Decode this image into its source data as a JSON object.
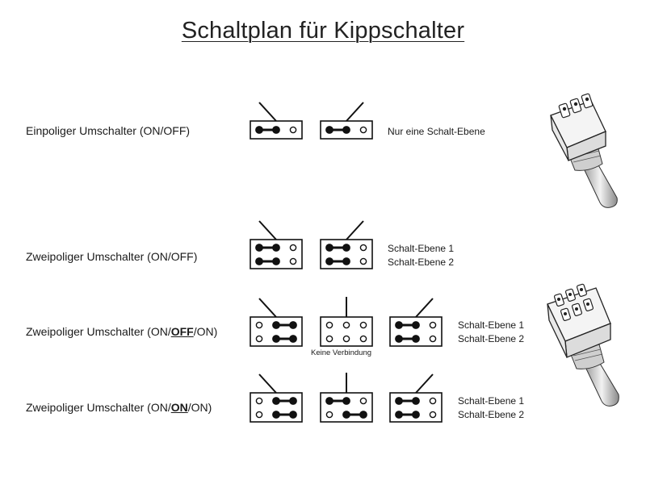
{
  "title": "Schaltplan für Kippschalter",
  "rows": [
    {
      "label_pre": "Einpoliger Umschalter (ON/OFF)",
      "label_em": "",
      "label_post": "",
      "notes": [
        "Nur eine Schalt-Ebene"
      ],
      "switches": [
        {
          "lever": "left",
          "lines": [
            [
              0,
              1
            ]
          ]
        },
        {
          "lever": "right",
          "lines": [
            [
              0,
              1
            ]
          ]
        }
      ]
    },
    {
      "label_pre": "Zweipoliger Umschalter (ON/OFF)",
      "label_em": "",
      "label_post": "",
      "notes": [
        "Schalt-Ebene 1",
        "Schalt-Ebene 2"
      ],
      "switches": [
        {
          "lever": "left",
          "lines": [
            [
              0,
              1
            ],
            [
              0,
              1
            ]
          ]
        },
        {
          "lever": "right",
          "lines": [
            [
              0,
              1
            ],
            [
              0,
              1
            ]
          ]
        }
      ]
    },
    {
      "label_pre": "Zweipoliger Umschalter (ON/",
      "label_em": "OFF",
      "label_post": "/ON)",
      "notes": [
        "Schalt-Ebene 1",
        "Schalt-Ebene 2"
      ],
      "center_note": "Keine Verbindung",
      "switches": [
        {
          "lever": "left",
          "lines": [
            [
              1,
              2
            ],
            [
              1,
              2
            ]
          ]
        },
        {
          "lever": "center",
          "lines": []
        },
        {
          "lever": "right",
          "lines": [
            [
              0,
              1
            ],
            [
              0,
              1
            ]
          ]
        }
      ]
    },
    {
      "label_pre": "Zweipoliger Umschalter (ON/",
      "label_em": "ON",
      "label_post": "/ON)",
      "notes": [
        "Schalt-Ebene 1",
        "Schalt-Ebene 2"
      ],
      "switches": [
        {
          "lever": "left",
          "lines": [
            [
              1,
              2
            ],
            [
              1,
              2
            ]
          ]
        },
        {
          "lever": "center",
          "lines": [
            [
              0,
              1
            ],
            [
              1,
              2
            ]
          ]
        },
        {
          "lever": "right",
          "lines": [
            [
              0,
              1
            ],
            [
              0,
              1
            ]
          ]
        }
      ]
    }
  ],
  "photos": [
    {
      "name": "single-pole-toggle-switch",
      "pins": 3
    },
    {
      "name": "double-pole-toggle-switch",
      "pins": 6
    }
  ]
}
